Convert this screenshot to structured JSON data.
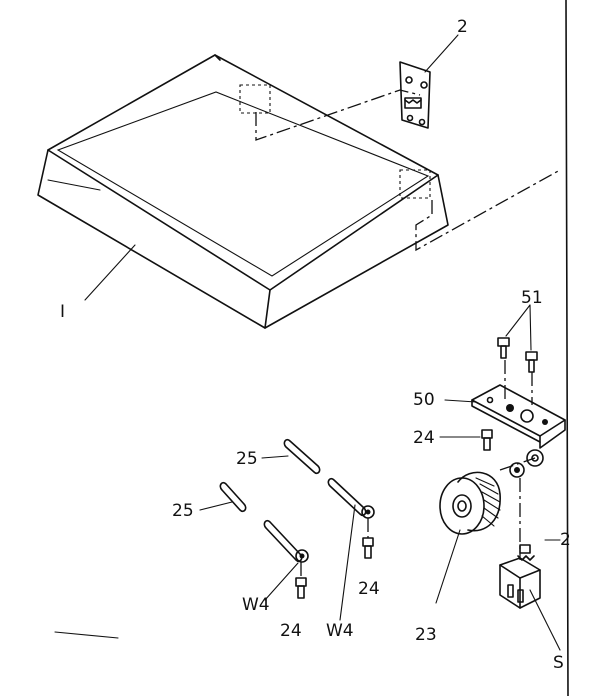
{
  "callouts": {
    "part_1": "I",
    "part_2_top": "2",
    "part_2_side": "2",
    "part_51": "51",
    "part_50": "50",
    "part_24_bracket": "24",
    "part_25_upper": "25",
    "part_25_lower": "25",
    "part_w4_left": "W4",
    "part_w4_right": "W4",
    "part_24_left": "24",
    "part_24_right": "24",
    "part_23": "23",
    "part_s": "S"
  }
}
